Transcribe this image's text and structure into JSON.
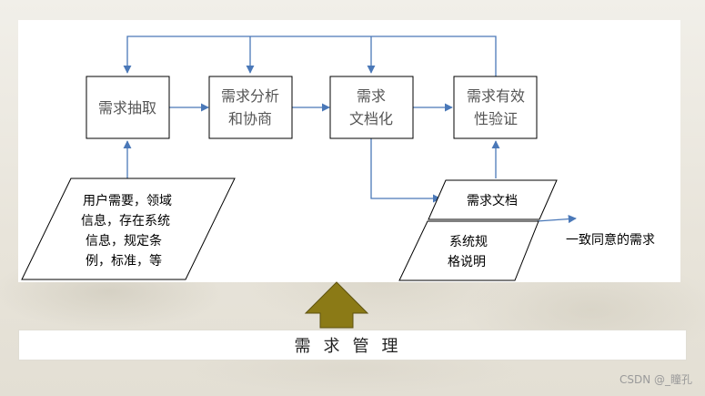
{
  "nodes": {
    "elicitation": [
      "需求抽取"
    ],
    "analysis": [
      "需求分析",
      "和协商"
    ],
    "documentation": [
      "需求",
      "文档化"
    ],
    "validation": [
      "需求有效",
      "性验证"
    ],
    "inputs": [
      "用户需要，领域",
      "信息，存在系统",
      "信息，规定条",
      "例，标准，等"
    ],
    "requirements_doc": [
      "需求文档"
    ],
    "system_spec": [
      "系统规",
      "格说明"
    ]
  },
  "output_label": "一致同意的需求",
  "bottom_title": "需求管理",
  "watermark": "CSDN @_瞳孔",
  "colors": {
    "arrow": "#4a78b8",
    "box_border": "#000000",
    "big_arrow": "#8b7a16"
  }
}
